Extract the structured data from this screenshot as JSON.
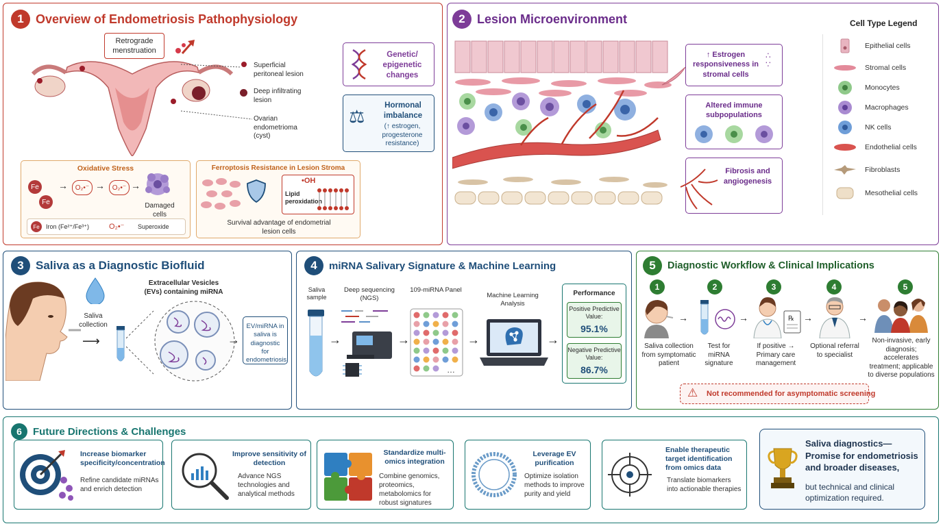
{
  "panel1": {
    "num": "1",
    "title": "Overview of Endometriosis Pathophysiology",
    "retrograde": "Retrograde menstruation",
    "lesion_superficial": "Superficial peritoneal lesion",
    "lesion_deep": "Deep infiltrating lesion",
    "lesion_ovarian": "Ovarian endometrioma (cyst)",
    "genetic": "Genetic/ epigenetic changes",
    "hormonal_title": "Hormonal imbalance",
    "hormonal_detail": "(↑ estrogen, progesterone resistance)",
    "oxidative_title": "Oxidative Stress",
    "fe": "Fe",
    "o2": "O₂•⁻",
    "damaged": "Damaged cells",
    "iron_legend": "Iron (Fe²⁺/Fe³⁺)",
    "superoxide_legend": "Superoxide",
    "ferroptosis_title": "Ferroptosis Resistance in Lesion Stroma",
    "oh": "•OH",
    "lipid": "Lipid peroxidation",
    "survival": "Survival advantage of endometrial lesion cells"
  },
  "panel2": {
    "num": "2",
    "title": "Lesion Microenvironment",
    "estrogen_box": "↑ Estrogen responsiveness in stromal cells",
    "immune_box": "Altered immune subpopulations",
    "fibrosis_box": "Fibrosis and angiogenesis",
    "legend_title": "Cell Type Legend",
    "legend": [
      {
        "label": "Epithelial cells",
        "icon": "epithelial-cell-icon",
        "color": "#e8b4c0"
      },
      {
        "label": "Stromal cells",
        "icon": "stromal-cell-icon",
        "color": "#e38a9a"
      },
      {
        "label": "Monocytes",
        "icon": "monocyte-icon",
        "color": "#8fc98a"
      },
      {
        "label": "Macrophages",
        "icon": "macrophage-icon",
        "color": "#a98bd1"
      },
      {
        "label": "NK cells",
        "icon": "nk-cell-icon",
        "color": "#6f9ed8"
      },
      {
        "label": "Endothelial cells",
        "icon": "endothelial-cell-icon",
        "color": "#d9534f"
      },
      {
        "label": "Fibroblasts",
        "icon": "fibroblast-icon",
        "color": "#b59a7a"
      },
      {
        "label": "Mesothelial cells",
        "icon": "mesothelial-cell-icon",
        "color": "#eedfc8"
      }
    ]
  },
  "panel3": {
    "num": "3",
    "title": "Saliva as a Diagnostic Biofluid",
    "saliva_collection": "Saliva collection",
    "ev_label": "Extracellular Vesicles (EVs) containing miRNA",
    "result": "EV/miRNA in saliva is diagnostic for endometriosis"
  },
  "panel4": {
    "num": "4",
    "title": "miRNA Salivary Signature & Machine Learning",
    "saliva_sample": "Saliva sample",
    "deep_seq": "Deep sequencing (NGS)",
    "panel_label": "109-miRNA Panel",
    "ml": "Machine Learning Analysis",
    "performance": "Performance",
    "ppv_label": "Positive Predictive Value:",
    "ppv_value": "95.1%",
    "npv_label": "Negative Predictive Value:",
    "npv_value": "86.7%"
  },
  "panel5": {
    "num": "5",
    "title": "Diagnostic Workflow & Clinical Implications",
    "steps": [
      {
        "n": "1",
        "label": "Saliva collection from symptomatic patient"
      },
      {
        "n": "2",
        "label": "Test for miRNA signature"
      },
      {
        "n": "3",
        "label": "If positive → Primary care management"
      },
      {
        "n": "4",
        "label": "Optional referral to specialist"
      },
      {
        "n": "5",
        "label": "Non-invasive, early diagnosis; accelerates treatment; applicable to diverse populations"
      }
    ],
    "warning": "Not recommended for asymptomatic screening"
  },
  "panel6": {
    "num": "6",
    "title": "Future Directions & Challenges",
    "cards": [
      {
        "title": "Increase biomarker specificity/concentration",
        "desc": "Refine candidate miRNAs and enrich detection",
        "icon": "target-icon"
      },
      {
        "title": "Improve sensitivity of detection",
        "desc": "Advance NGS technologies and analytical methods",
        "icon": "magnifier-icon"
      },
      {
        "title": "Standardize multi-omics integration",
        "desc": "Combine genomics, proteomics, metabolomics for robust signatures",
        "icon": "puzzle-icon"
      },
      {
        "title": "Leverage EV purification",
        "desc": "Optimize isolation methods to improve purity and yield",
        "icon": "vesicle-icon"
      },
      {
        "title": "Enable therapeutic target identification from omics data",
        "desc": "Translate biomarkers into actionable therapies",
        "icon": "crosshair-icon"
      }
    ],
    "conclusion_title": "Saliva diagnostics— Promise for endometriosis and broader diseases,",
    "conclusion_detail": "but technical and clinical optimization required."
  },
  "colors": {
    "red": "#c0392b",
    "purple": "#7d3c98",
    "navy": "#1f4e79",
    "green": "#2e7d32",
    "teal": "#17756f"
  }
}
